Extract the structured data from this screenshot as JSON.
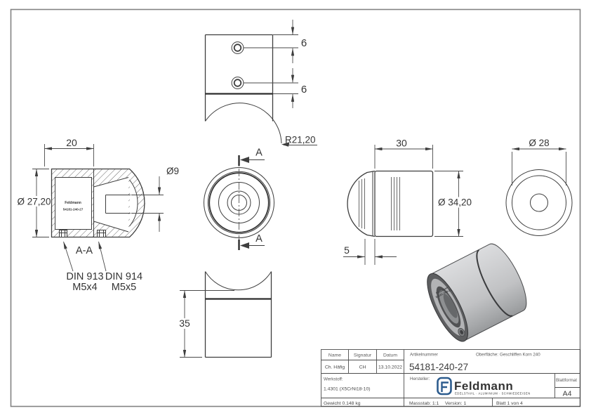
{
  "colors": {
    "logo_blue": "#2d5c8e",
    "line": "#3e3e3e",
    "dim_text": "#343434",
    "frame_gray": "#828282",
    "part_light": "#d8d9da",
    "part_mid": "#c0c1c3",
    "part_dark": "#5d5e60"
  },
  "dims": {
    "hole_offset_top": "6",
    "hole_offset_bottom": "6",
    "saddle_radius": "R21,20",
    "body_length": "20",
    "body_diameter": "Ø 27,20",
    "bore_diameter": "Ø9",
    "section_label": "A-A",
    "section_arrow": "A",
    "din913_line1": "DIN 913",
    "din913_line2": "M5x4",
    "din914_line1": "DIN 914",
    "din914_line2": "M5x5",
    "cyl_length": "30",
    "outer_diameter": "Ø 34,20",
    "cap_width": "5",
    "end_diameter": "Ø 28",
    "height": "35"
  },
  "engraving": {
    "line1": "Feldmann",
    "line2": "54181-240-27"
  },
  "title_block": {
    "name_label": "Name",
    "signatur_label": "Signatur",
    "datum_label": "Datum",
    "name_value": "Ch. Häfig",
    "signatur_value": "CH",
    "datum_value": "13.10.2022",
    "artikelnummer_label": "Artikelnummer",
    "artikelnummer_value": "54181-240-27",
    "oberflaeche_label": "Oberfläche:",
    "oberflaeche_value": "Geschliffen Korn 240",
    "werkstoff_label": "Werkstoff:",
    "werkstoff_value": "1.4301 (X5CrNi18-10)",
    "hersteller_label": "Hersteller:",
    "blattformat_label": "Blattformat",
    "blattformat_value": "A4",
    "gewicht_value": "Gewicht 0.148 kg",
    "massstab_value": "Massstab: 1:1",
    "version_value": "Version: 1",
    "blatt_value": "Blatt 1 von 4",
    "logo": {
      "name": "Feldmann",
      "tagline": "EDELSTAHL · ALUMINIUM · SCHMIEDEEISEN"
    }
  }
}
